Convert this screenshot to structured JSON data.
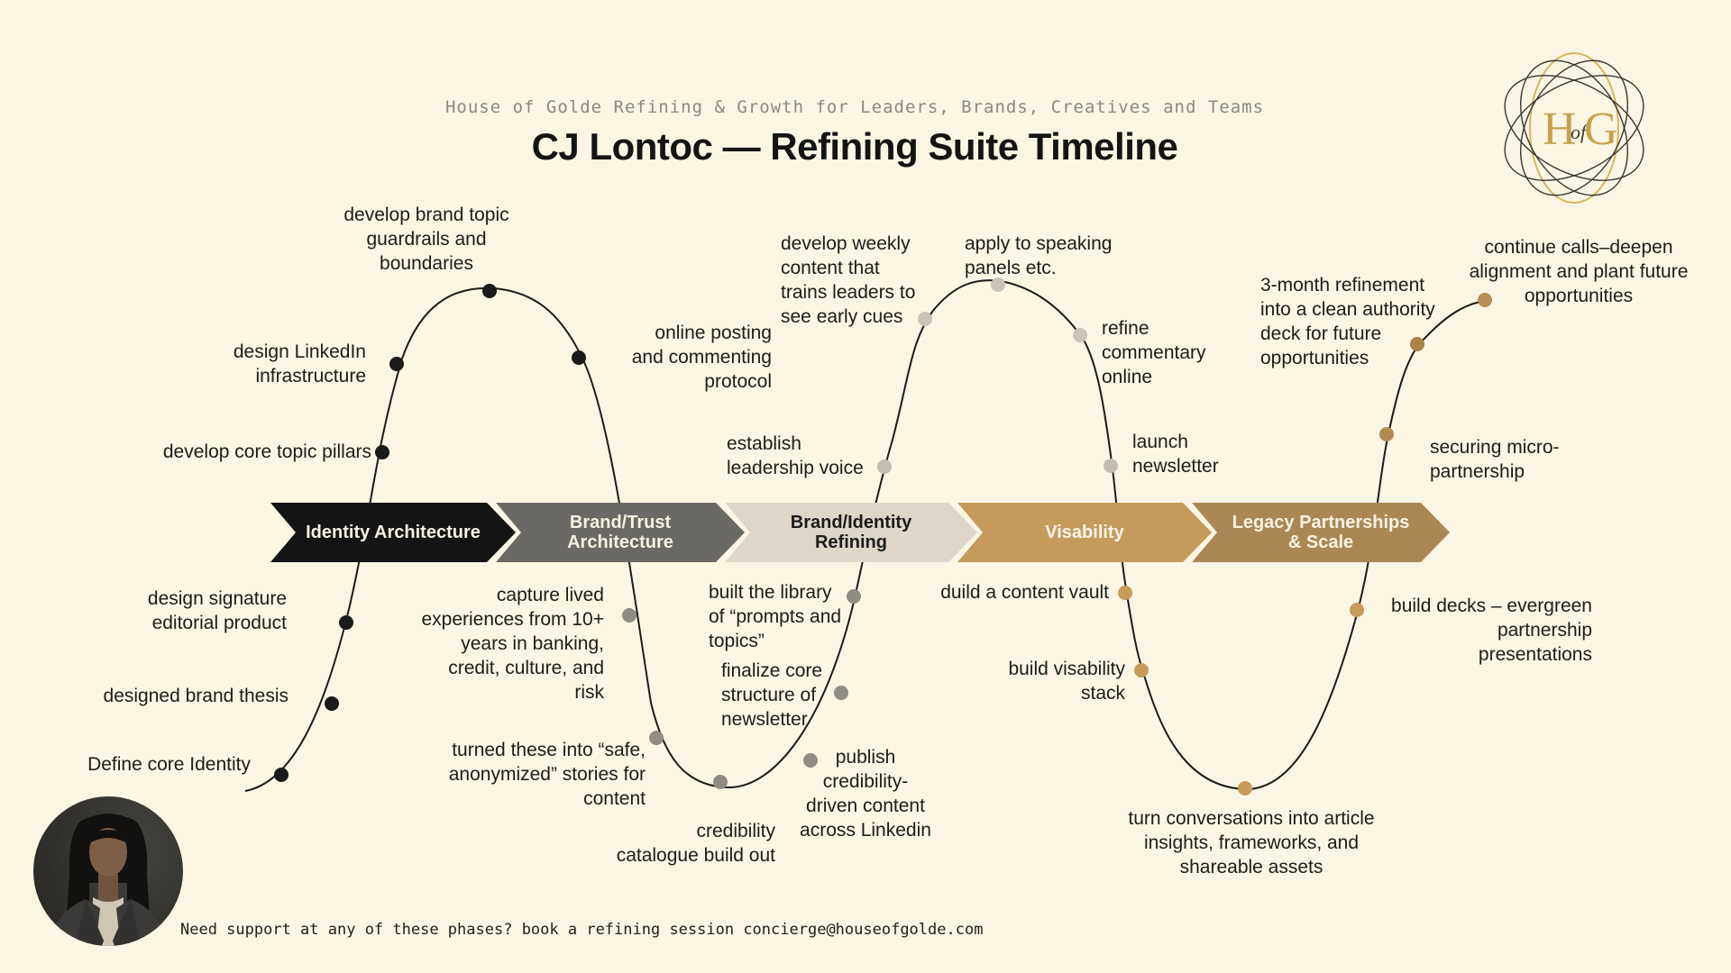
{
  "palette": {
    "background": "#fbf5e4",
    "curve": "#1b1b1b",
    "phase_identity": "#141414",
    "phase_brand_trust": "#6b6966",
    "phase_brand_identity": "#ded6c9",
    "phase_visability": "#c59b5c",
    "phase_legacy": "#ab8756",
    "logo_gold": "#d9b65e"
  },
  "header": {
    "subtitle": "House of Golde Refining & Growth for Leaders, Brands, Creatives and Teams",
    "title": "CJ Lontoc — Refining Suite Timeline"
  },
  "logo": {
    "monogram_h": "H",
    "monogram_of": "of",
    "monogram_g": "G"
  },
  "phases": [
    {
      "label": "Identity Architecture",
      "bg": "#141414",
      "fg": "#f7f2e2"
    },
    {
      "label": "Brand/Trust\nArchitecture",
      "bg": "#6b6966",
      "fg": "#f7f2e2"
    },
    {
      "label": "Brand/Identity\nRefining",
      "bg": "#ded6c9",
      "fg": "#1b1b1b"
    },
    {
      "label": "Visability",
      "bg": "#c59b5c",
      "fg": "#faf6ea"
    },
    {
      "label": "Legacy Partnerships\n& Scale",
      "bg": "#ab8756",
      "fg": "#f7f2e2"
    }
  ],
  "milestones": [
    {
      "label": "Define core Identity",
      "dot_color": "#1a1a1a"
    },
    {
      "label": "designed brand thesis",
      "dot_color": "#1a1a1a"
    },
    {
      "label": "design signature\neditorial product",
      "dot_color": "#1a1a1a"
    },
    {
      "label": "develop core topic pillars",
      "dot_color": "#1a1a1a"
    },
    {
      "label": "design LinkedIn\ninfrastructure",
      "dot_color": "#1a1a1a"
    },
    {
      "label": "develop brand topic\nguardrails and\nboundaries",
      "dot_color": "#1a1a1a"
    },
    {
      "label": "online posting\nand commenting\nprotocol",
      "dot_color": "#1a1a1a"
    },
    {
      "label": "capture lived\nexperiences from 10+\nyears in banking,\ncredit, culture, and\nrisk",
      "dot_color": "#908c85"
    },
    {
      "label": "turned these into “safe,\nanonymized” stories for\ncontent",
      "dot_color": "#908c85"
    },
    {
      "label": "credibility\ncatalogue build out",
      "dot_color": "#908c85"
    },
    {
      "label": "built the library\nof “prompts and\ntopics”",
      "dot_color": "#908c85"
    },
    {
      "label": "finalize core\nstructure of\nnewsletter",
      "dot_color": "#908c85"
    },
    {
      "label": "publish\ncredibility-\ndriven content\nacross Linkedin",
      "dot_color": "#908c85"
    },
    {
      "label": "establish\nleadership voice",
      "dot_color": "#c4bcb1"
    },
    {
      "label": "develop weekly\ncontent that\ntrains leaders to\nsee early cues",
      "dot_color": "#cbc3b9"
    },
    {
      "label": "apply to speaking\npanels etc.",
      "dot_color": "#cbc3b9"
    },
    {
      "label": "refine\ncommentary\nonline",
      "dot_color": "#cbc3b9"
    },
    {
      "label": "launch\nnewsletter",
      "dot_color": "#c4bcb1"
    },
    {
      "label": "duild a content vault",
      "dot_color": "#c79b59"
    },
    {
      "label": "build visability\nstack",
      "dot_color": "#c79b59"
    },
    {
      "label": "turn conversations into article\ninsights, frameworks, and\nshareable assets",
      "dot_color": "#c79b59"
    },
    {
      "label": "build decks – evergreen\npartnership\npresentations",
      "dot_color": "#c79b59"
    },
    {
      "label": "securing micro-\npartnership",
      "dot_color": "#b18a54"
    },
    {
      "label": "3-month refinement\ninto a clean authority\ndeck for future\nopportunities",
      "dot_color": "#aa8348"
    },
    {
      "label": "continue calls–deepen\nalignment and plant future\nopportunities",
      "dot_color": "#b58e58"
    }
  ],
  "footer": {
    "note": "Need support at any of these phases? book a refining session concierge@houseofgolde.com"
  }
}
